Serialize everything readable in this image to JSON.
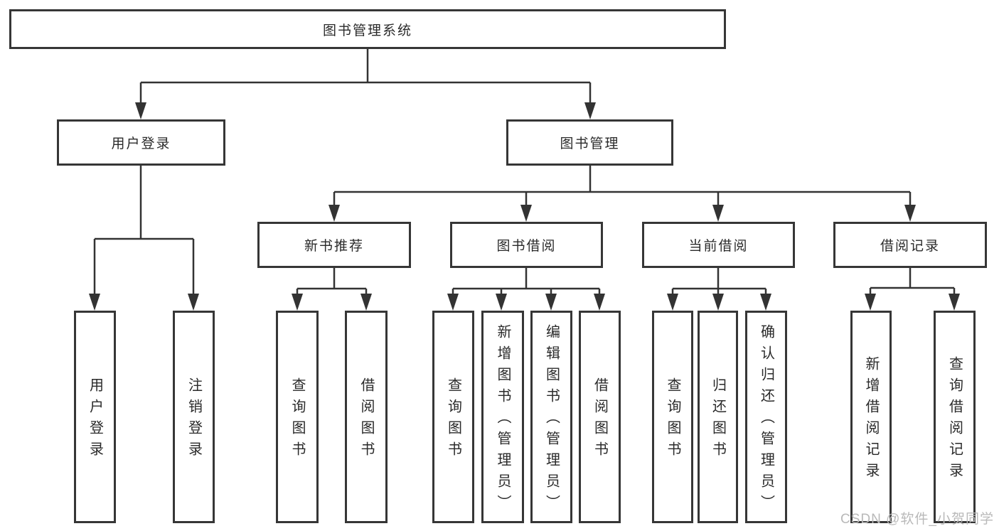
{
  "diagram": {
    "root": {
      "label": "图书管理系统"
    },
    "level2": [
      {
        "label": "用户登录",
        "leaves": [
          {
            "label": "用户登录"
          },
          {
            "label": "注销登录"
          }
        ]
      },
      {
        "label": "图书管理",
        "groups": [
          {
            "label": "新书推荐",
            "leaves": [
              {
                "label": "查询图书"
              },
              {
                "label": "借阅图书"
              }
            ]
          },
          {
            "label": "图书借阅",
            "leaves": [
              {
                "label": "查询图书"
              },
              {
                "label": "新增图书（管理员）"
              },
              {
                "label": "编辑图书（管理员）"
              },
              {
                "label": "借阅图书"
              }
            ]
          },
          {
            "label": "当前借阅",
            "leaves": [
              {
                "label": "查询图书"
              },
              {
                "label": "归还图书"
              },
              {
                "label": "确认归还（管理员）"
              }
            ]
          },
          {
            "label": "借阅记录",
            "leaves": [
              {
                "label": "新增借阅记录"
              },
              {
                "label": "查询借阅记录"
              }
            ]
          }
        ]
      }
    ]
  },
  "watermark": {
    "text": "CSDN @软件_小贺同学"
  },
  "colors": {
    "line": "#333333",
    "box_border": "#363636",
    "text": "#2a2a2a",
    "watermark": "#b9b9b9",
    "background": "#ffffff"
  }
}
